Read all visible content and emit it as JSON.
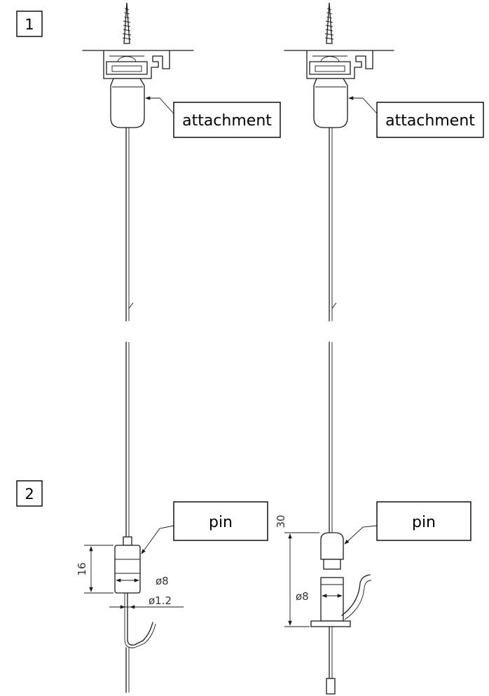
{
  "steps": {
    "one": "1",
    "two": "2"
  },
  "labels": {
    "attachment_left": "attachment",
    "attachment_right": "attachment",
    "pin_left": "pin",
    "pin_right": "pin"
  },
  "dimensions": {
    "left_height": "16",
    "left_diameter": "ø8",
    "left_wire": "ø1.2",
    "right_height": "30",
    "right_diameter": "ø8"
  }
}
